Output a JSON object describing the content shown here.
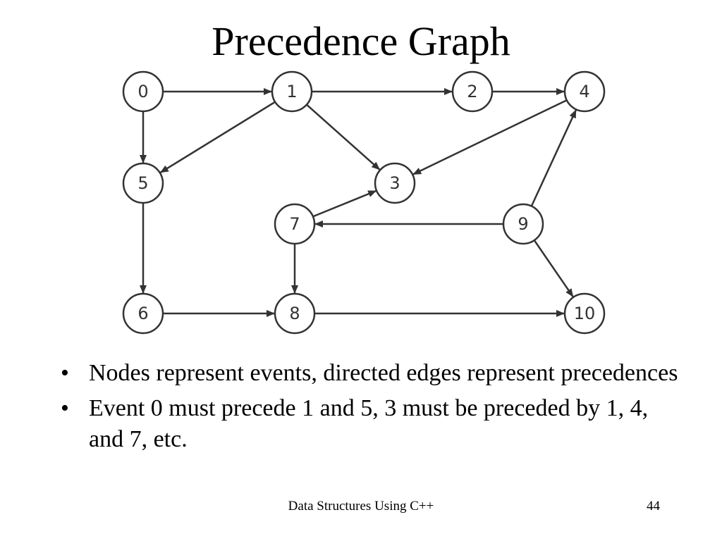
{
  "slide": {
    "title": "Precedence Graph",
    "footer_text": "Data Structures Using C++",
    "page_number": "44"
  },
  "graph": {
    "nodes": [
      {
        "id": "0",
        "label": "0"
      },
      {
        "id": "1",
        "label": "1"
      },
      {
        "id": "2",
        "label": "2"
      },
      {
        "id": "4",
        "label": "4"
      },
      {
        "id": "5",
        "label": "5"
      },
      {
        "id": "3",
        "label": "3"
      },
      {
        "id": "7",
        "label": "7"
      },
      {
        "id": "9",
        "label": "9"
      },
      {
        "id": "6",
        "label": "6"
      },
      {
        "id": "8",
        "label": "8"
      },
      {
        "id": "10",
        "label": "10"
      }
    ],
    "edges": [
      {
        "from": "0",
        "to": "1"
      },
      {
        "from": "0",
        "to": "5"
      },
      {
        "from": "1",
        "to": "2"
      },
      {
        "from": "1",
        "to": "5"
      },
      {
        "from": "1",
        "to": "3"
      },
      {
        "from": "2",
        "to": "4"
      },
      {
        "from": "4",
        "to": "3"
      },
      {
        "from": "5",
        "to": "6"
      },
      {
        "from": "7",
        "to": "3"
      },
      {
        "from": "7",
        "to": "8"
      },
      {
        "from": "9",
        "to": "7"
      },
      {
        "from": "9",
        "to": "4"
      },
      {
        "from": "9",
        "to": "10"
      },
      {
        "from": "6",
        "to": "8"
      },
      {
        "from": "8",
        "to": "10"
      }
    ]
  },
  "bullets": [
    {
      "marker": "•",
      "text": "Nodes represent events, directed edges represent precedences"
    },
    {
      "marker": "•",
      "text": "Event 0 must precede 1 and 5, 3 must be preceded by 1, 4, and 7, etc."
    }
  ]
}
